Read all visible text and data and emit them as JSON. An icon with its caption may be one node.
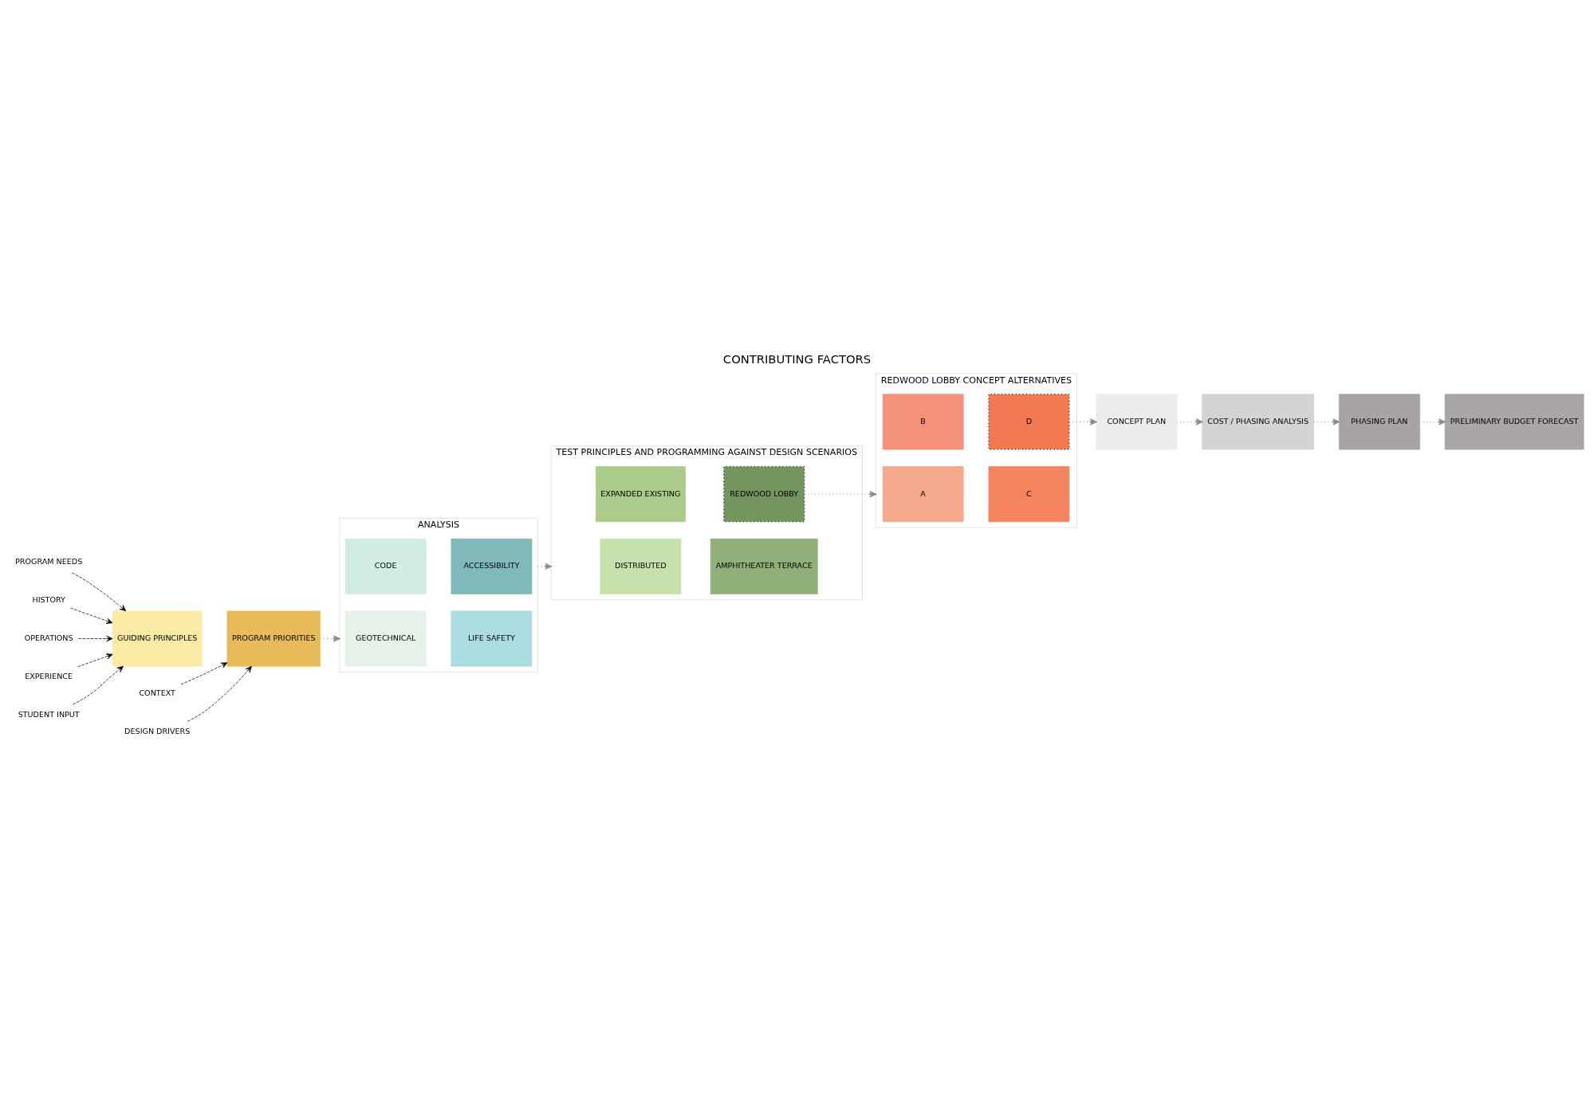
{
  "diagram": {
    "title": "CONTRIBUTING FACTORS",
    "nodes": [
      {
        "text": [
          "PROGRAM NEEDS"
        ]
      },
      {
        "text": [
          "HISTORY"
        ]
      },
      {
        "text": [
          "OPERATIONS"
        ]
      },
      {
        "text": [
          "GUIDING PRINCIPLES"
        ]
      },
      {
        "text": [
          "EXPERIENCE"
        ]
      },
      {
        "text": [
          "STUDENT INPUT"
        ]
      },
      {
        "text": [
          "PROGRAM PRIORITIES"
        ]
      },
      {
        "text": [
          "CONTEXT"
        ]
      },
      {
        "text": [
          "DESIGN DRIVERS"
        ]
      },
      {
        "text": [
          "ANALYSIS"
        ]
      },
      {
        "text": [
          "GEOTECHNICAL"
        ],
        "in": 9
      },
      {
        "text": [
          "CODE"
        ],
        "in": 9
      },
      {
        "text": [
          "LIFE SAFETY"
        ],
        "in": 9
      },
      {
        "text": [
          "ACCESSIBILITY"
        ],
        "in": 9
      },
      {
        "text": [
          "TEST PRINCIPLES AND PROGRAMMING AGAINST DESIGN SCENARIOS"
        ]
      },
      {
        "text": [
          "DISTRIBUTED"
        ],
        "in": 14
      },
      {
        "text": [
          "EXPANDED EXISTING"
        ],
        "in": 14
      },
      {
        "text": [
          "AMPHITHEATER TERRACE"
        ],
        "in": 14
      },
      {
        "text": [
          "REDWOOD LOBBY"
        ],
        "in": 14
      },
      {
        "text": [
          "REDWOOD LOBBY CONCEPT ALTERNATIVES"
        ]
      },
      {
        "text": [
          "A"
        ],
        "in": 19
      },
      {
        "text": [
          "B"
        ],
        "in": 19
      },
      {
        "text": [
          "C"
        ],
        "in": 19
      },
      {
        "text": [
          "D"
        ],
        "in": 19
      },
      {
        "text": [
          "PRELIMINARY BUDGET FORECAST"
        ]
      },
      {
        "text": [
          "PHASING PLAN"
        ]
      },
      {
        "text": [
          "COST / PHASING ANALYSIS"
        ]
      },
      {
        "text": [
          "CONCEPT PLAN"
        ]
      }
    ],
    "edges": [
      {
        "from": 0,
        "to": 3,
        "arrow": "to",
        "style": "dashed",
        "color": "#000000"
      },
      {
        "from": 1,
        "to": 3,
        "arrow": "to",
        "style": "dashed",
        "color": "#000000"
      },
      {
        "from": 2,
        "to": 3,
        "arrow": "to",
        "style": "dashed",
        "color": "#000000"
      },
      {
        "from": 4,
        "to": 3,
        "arrow": "to",
        "style": "dashed",
        "color": "#000000"
      },
      {
        "from": 5,
        "to": 3,
        "arrow": "to",
        "style": "dashed",
        "color": "#000000"
      },
      {
        "from": 7,
        "to": 6,
        "arrow": "to",
        "style": "dashed",
        "color": "#000000"
      },
      {
        "from": 8,
        "to": 6,
        "arrow": "to",
        "style": "dashed",
        "color": "#000000"
      },
      {
        "from": 6,
        "to": 9,
        "arrow": "to",
        "color": "#8c8c8c"
      },
      {
        "from": 9,
        "to": 14,
        "arrow": "to",
        "color": "#8c8c8c"
      },
      {
        "from": 18,
        "to": 19,
        "arrow": "to",
        "color": "#8c8c8c"
      },
      {
        "from": 23,
        "to": 27,
        "arrow": "to",
        "color": "#8c8c8c"
      },
      {
        "from": 27,
        "to": 26,
        "arrow": "to",
        "color": "#8c8c8c"
      },
      {
        "from": 26,
        "to": 25,
        "arrow": "to",
        "color": "#8c8c8c"
      },
      {
        "from": 25,
        "to": 24,
        "arrow": "to",
        "color": "#8c8c8c"
      }
    ]
  }
}
